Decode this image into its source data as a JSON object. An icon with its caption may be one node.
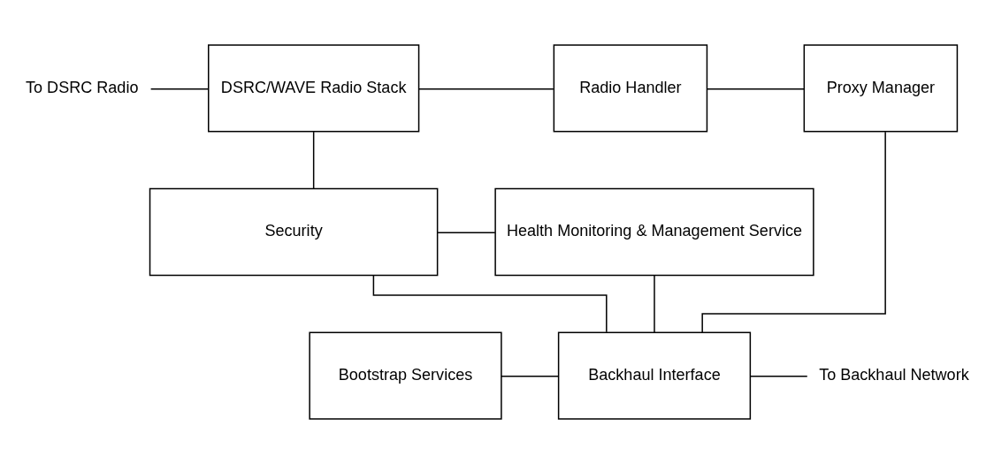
{
  "diagram": {
    "nodes": [
      {
        "text": [
          "To DSRC Radio"
        ]
      },
      {
        "text": [
          "DSRC/WAVE Radio Stack"
        ]
      },
      {
        "text": [
          "Radio Handler"
        ]
      },
      {
        "text": [
          "Proxy Manager"
        ]
      },
      {
        "text": [
          "Security"
        ]
      },
      {
        "text": [
          "Health Monitoring & Management Service"
        ]
      },
      {
        "text": [
          "Bootstrap Services"
        ]
      },
      {
        "text": [
          "Backhaul Interface"
        ]
      },
      {
        "text": [
          "To Backhaul Network"
        ]
      }
    ],
    "edges": [
      {
        "from": 0,
        "to": 1,
        "arrow": "none"
      },
      {
        "from": 1,
        "to": 2,
        "arrow": "none"
      },
      {
        "from": 2,
        "to": 3,
        "arrow": "none"
      },
      {
        "from": 1,
        "to": 4,
        "arrow": "none"
      },
      {
        "from": 4,
        "to": 5,
        "arrow": "none"
      },
      {
        "from": 3,
        "to": 7,
        "arrow": "none"
      },
      {
        "from": 5,
        "to": 7,
        "arrow": "none"
      },
      {
        "from": 4,
        "to": 7,
        "arrow": "none"
      },
      {
        "from": 6,
        "to": 7,
        "arrow": "none"
      },
      {
        "from": 7,
        "to": 8,
        "arrow": "none"
      }
    ]
  }
}
